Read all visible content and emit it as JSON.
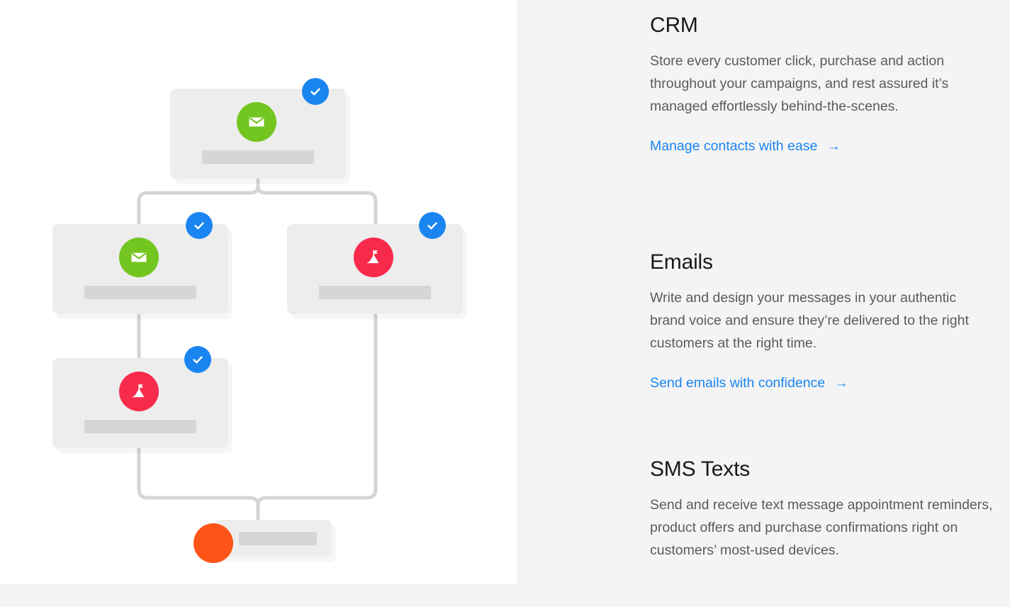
{
  "theme": {
    "page_background": "#f4f4f4",
    "panel_background": "#ffffff",
    "accent_blue": "#1a85f0",
    "icon_green": "#73c520",
    "icon_red": "#f82a4b",
    "icon_orange": "#ff5417",
    "card_gray": "#ededed",
    "placeholder_gray": "#d6d6d6",
    "connector_gray": "#d5d5d5",
    "heading_color": "#18191a",
    "body_color": "#5b5b5b"
  },
  "illustration": {
    "name": "marketing-automation-flow-diagram",
    "cards": [
      {
        "id": "card-top",
        "icon": "envelope-icon",
        "icon_color": "green",
        "badge": "check-badge",
        "placeholder_label": ""
      },
      {
        "id": "card-left-mid",
        "icon": "envelope-icon",
        "icon_color": "green",
        "badge": "check-badge",
        "placeholder_label": ""
      },
      {
        "id": "card-right-mid",
        "icon": "goal-flag-icon",
        "icon_color": "red",
        "badge": "check-badge",
        "placeholder_label": ""
      },
      {
        "id": "card-left-bottom",
        "icon": "goal-flag-icon",
        "icon_color": "red",
        "badge": "check-badge",
        "placeholder_label": ""
      },
      {
        "id": "card-bottom",
        "icon": "orange-dot-icon",
        "icon_color": "orange",
        "badge": "",
        "placeholder_label": ""
      }
    ]
  },
  "features": [
    {
      "title": "CRM",
      "body": "Store every customer click, purchase and action throughout your campaigns, and rest assured it’s managed effortlessly behind-the-scenes.",
      "link_label": "Manage contacts with ease",
      "link_arrow": "→"
    },
    {
      "title": "Emails",
      "body": "Write and design your messages in your authentic brand voice and ensure they’re delivered to the right customers at the right time.",
      "link_label": "Send emails with confidence",
      "link_arrow": "→"
    },
    {
      "title": "SMS Texts",
      "body": "Send and receive text message appointment reminders, product offers and purchase confirmations right on customers’ most-used devices.",
      "link_label": "",
      "link_arrow": ""
    }
  ]
}
